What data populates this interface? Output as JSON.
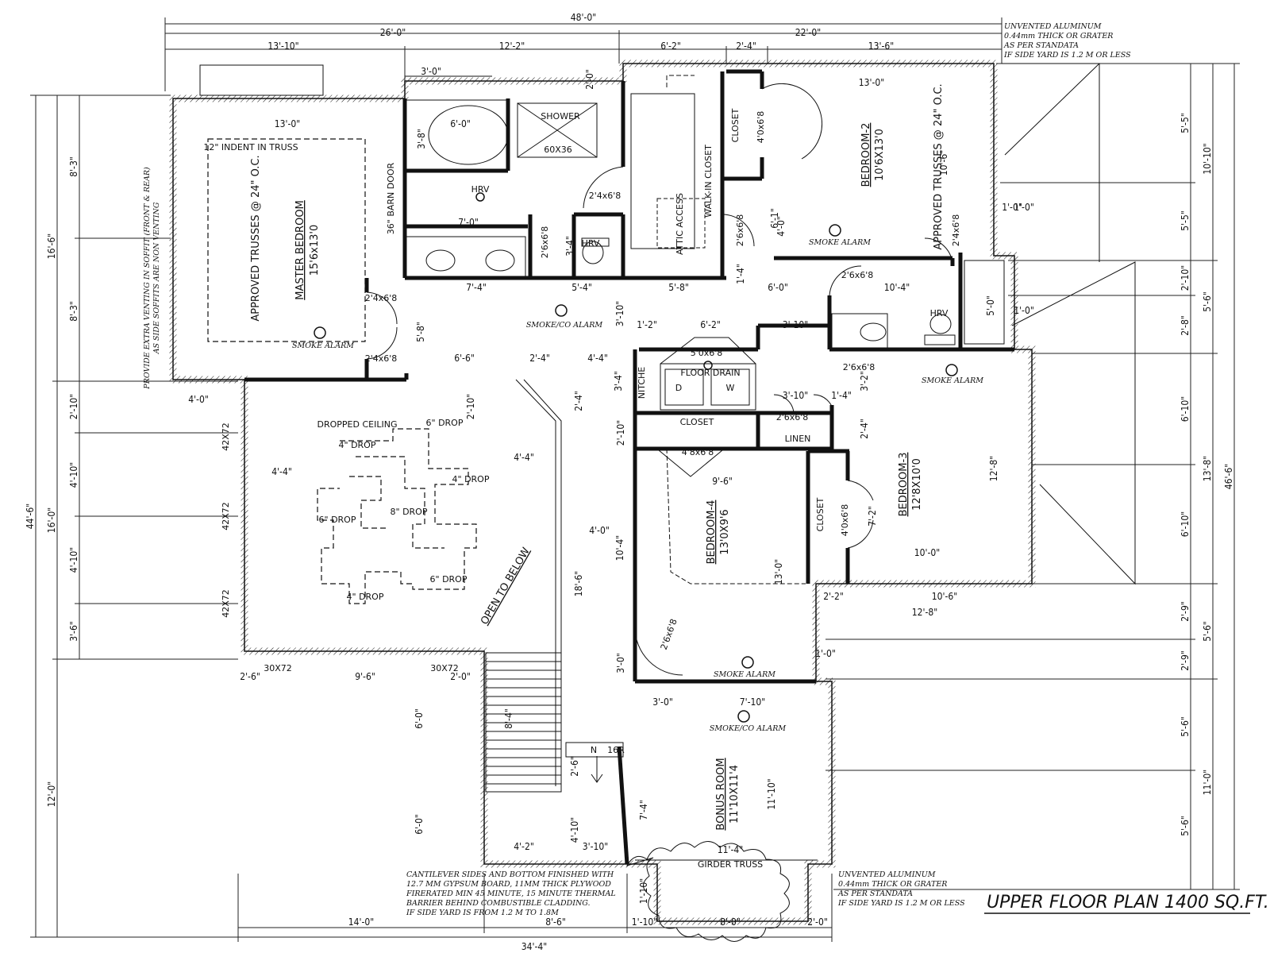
{
  "title": "UPPER FLOOR PLAN 1400 SQ.FT.",
  "overall_dims": {
    "top_total": "48'-0\"",
    "top_left": "26'-0\"",
    "top_right": "22'-0\"",
    "top_segments": [
      "13'-10\"",
      "12'-2\"",
      "6'-2\"",
      "2'-4\"",
      "13'-6\""
    ],
    "bottom_total": "34'-4\"",
    "bottom_segments": [
      "14'-0\"",
      "8'-6\"",
      "1'-10\"",
      "8'-0\"",
      "2'-0\""
    ],
    "left_total": "44'-6\"",
    "left_major": [
      "16'-6\"",
      "16'-0\"",
      "12'-0\""
    ],
    "left_minor": [
      "8'-3\"",
      "8'-3\"",
      "2'-10\"",
      "4'-10\"",
      "4'-10\"",
      "3'-6\""
    ],
    "right_total": "46'-6\"",
    "right_major": [
      "10'-10\"",
      "5'-6\"",
      "13'-8\"",
      "5'-6\"",
      "11'-0\""
    ],
    "right_minor": [
      "5'-5\"",
      "5'-5\"",
      "2'-10\"",
      "2'-8\"",
      "6'-10\"",
      "6'-10\"",
      "2'-9\"",
      "2'-9\"",
      "5'-6\"",
      "5'-6\""
    ]
  },
  "rooms": {
    "master": {
      "name": "MASTER BEDROOM",
      "size": "15'6x13'0"
    },
    "bedroom2": {
      "name": "BEDROOM-2",
      "size": "10'6X13'0"
    },
    "bedroom3": {
      "name": "BEDROOM-3",
      "size": "12'8X10'0"
    },
    "bedroom4": {
      "name": "BEDROOM-4",
      "size": "13'0X9'6"
    },
    "bonus": {
      "name": "BONUS ROOM",
      "size": "11'10X11'4"
    }
  },
  "labels": {
    "shower": "SHOWER",
    "shower_size": "60X36",
    "hrv1": "HRV",
    "hrv2": "HRV",
    "hrv3": "HRV",
    "barn_door": "36\" BARN DOOR",
    "walk_in_closet": "WALK-IN CLOSET",
    "attic_access": "ATTIC ACCESS",
    "closet_b2": "CLOSET",
    "closet_hall": "CLOSET",
    "closet_b3": "CLOSET",
    "linen": "LINEN",
    "niche": "NITCHE",
    "floor_drain": "FLOOR DRAIN",
    "dryer": "D",
    "washer": "W",
    "laundry_door": "5'0x6'8",
    "dropped_ceiling": "DROPPED CEILING",
    "open_to_below": "OPEN TO BELOW",
    "girder_truss": "GIRDER TRUSS",
    "indent": "12\" INDENT IN TRUSS",
    "trusses_master": "APPROVED TRUSSES @ 24\" O.C.",
    "trusses_b2": "APPROVED TRUSSES @ 24\" O.C.",
    "stair_info": "N",
    "stair_count": "16R",
    "smoke_master": "SMOKE ALARM",
    "smoke_co_hall": "SMOKE/CO ALARM",
    "smoke_b2": "SMOKE ALARM",
    "smoke_b3": "SMOKE ALARM",
    "smoke_b4": "SMOKE ALARM",
    "smoke_co_bonus": "SMOKE/CO ALARM",
    "drops": [
      "6\" DROP",
      "4\" DROP",
      "4\" DROP",
      "6\" DROP",
      "8\" DROP",
      "6\" DROP",
      "4\" DROP"
    ]
  },
  "doors": {
    "ensuite": "2'4x6'8",
    "wc": "2'6x6'8",
    "master_a": "2'4x6'8",
    "master_b": "2'4x6'8",
    "closet_b2": "4'0x6'8",
    "b2_entry": "2'6x6'8",
    "bath2": "2'4x6'8",
    "bath_main": "2'6x6'8",
    "hall_closet_a": "2'6x6'8",
    "b3_entry": "2'6x6'8",
    "b3_closet": "4'0x6'8",
    "b4_closet": "4'8x6'8",
    "b4_entry": "2'6x6'8"
  },
  "windows": [
    "42X72",
    "42X72",
    "42X72",
    "30X72",
    "30X72"
  ],
  "interior_dims": [
    "13'-0\"",
    "3'-0\"",
    "6'-0\"",
    "3'-8\"",
    "2'-0\"",
    "7'-0\"",
    "3'-4\"",
    "13'-0\"",
    "4'-0\"",
    "6'-1\"",
    "4'-0\"",
    "1'-4\"",
    "1'-0\"",
    "10'-6\"",
    "7'-4\"",
    "5'-4\"",
    "5'-8\"",
    "6'-0\"",
    "10'-4\"",
    "5'-0\"",
    "1'-0\"",
    "3'-10\"",
    "5'-8\"",
    "1'-2\"",
    "6'-2\"",
    "3'-10\"",
    "6'-6\"",
    "2'-4\"",
    "4'-4\"",
    "3'-4\"",
    "3'-10\"",
    "1'-4\"",
    "3'-2\"",
    "2'-4\"",
    "2'-10\"",
    "2'-4\"",
    "4'-0\"",
    "4'-4\"",
    "4'-4\"",
    "4'-0\"",
    "10'-4\"",
    "9'-6\"",
    "12'-8\"",
    "7'-2\"",
    "10'-0\"",
    "13'-0\"",
    "2'-10\"",
    "18'-6\"",
    "10'-6\"",
    "2'-2\"",
    "12'-8\"",
    "1'-0\"",
    "2'-6\"",
    "9'-6\"",
    "2'-0\"",
    "3'-0\"",
    "7'-10\"",
    "3'-0\"",
    "6'-0\"",
    "8'-4\"",
    "2'-6\"",
    "6'-0\"",
    "4'-10\"",
    "7'-4\"",
    "11'-10\"",
    "4'-2\"",
    "3'-10\"",
    "11'-4\"",
    "1'-10\"",
    "4'-0\"",
    "1'-0\""
  ],
  "notes": {
    "top_right": [
      "UNVENTED ALUMINUM",
      "0.44mm THICK OR GRATER",
      "AS PER STANDATA",
      "IF SIDE YARD IS 1.2 M OR LESS"
    ],
    "bottom_right": [
      "UNVENTED ALUMINUM",
      "0.44mm THICK OR GRATER",
      "AS PER STANDATA",
      "IF SIDE YARD IS 1.2 M OR LESS"
    ],
    "cantilever": [
      "CANTILEVER SIDES AND BOTTOM FINISHED WITH",
      "12.7 MM GYPSUM BOARD, 11MM THICK PLYWOOD",
      "FIRERATED MIN 45 MINUTE, 15 MINUTE THERMAL",
      "BARRIER BEHIND COMBUSTIBLE CLADDING.",
      "IF SIDE YARD IS FROM 1.2 M TO 1.8M"
    ],
    "soffit": [
      "PROVIDE EXTRA VENTING IN SOFFIT (FRONT & REAR)",
      "AS SIDE SOFFITS ARE NON VENTING"
    ]
  }
}
